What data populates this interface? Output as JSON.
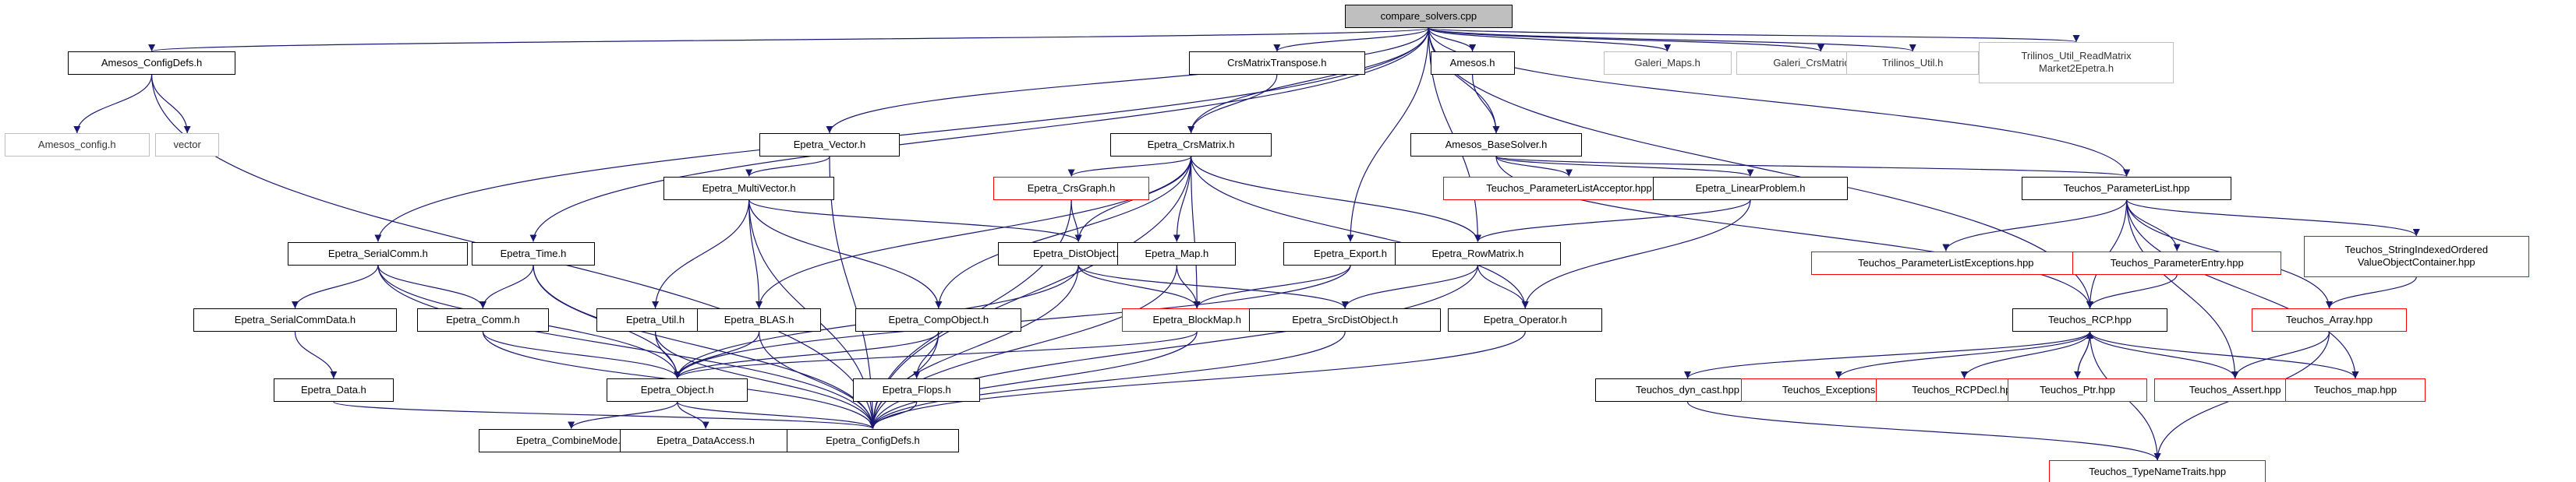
{
  "diagram": {
    "colors": {
      "edge": "#191970",
      "border_normal": "#000000",
      "border_red": "#ff0000",
      "border_gray": "#bfbfbf",
      "root_fill": "#bfbfbf"
    },
    "nodes": [
      {
        "id": "compare_solvers_cpp",
        "label": "compare_solvers.cpp",
        "style": "root"
      },
      {
        "id": "amesos_configdefs_h",
        "label": "Amesos_ConfigDefs.h",
        "style": "normal"
      },
      {
        "id": "crsmatrixtranspose_h",
        "label": "CrsMatrixTranspose.h",
        "style": "normal"
      },
      {
        "id": "amesos_h",
        "label": "Amesos.h",
        "style": "normal"
      },
      {
        "id": "galeri_maps_h",
        "label": "Galeri_Maps.h",
        "style": "gray"
      },
      {
        "id": "galeri_crsmatrices_h",
        "label": "Galeri_CrsMatrices.h",
        "style": "gray"
      },
      {
        "id": "trilinos_util_h",
        "label": "Trilinos_Util.h",
        "style": "gray"
      },
      {
        "id": "trilinos_util_readmatrix",
        "label": "Trilinos_Util_ReadMatrix\nMarket2Epetra.h",
        "style": "gray"
      },
      {
        "id": "amesos_config_h",
        "label": "Amesos_config.h",
        "style": "gray"
      },
      {
        "id": "vector",
        "label": "vector",
        "style": "gray"
      },
      {
        "id": "epetra_vector_h",
        "label": "Epetra_Vector.h",
        "style": "normal"
      },
      {
        "id": "epetra_crsmatrix_h",
        "label": "Epetra_CrsMatrix.h",
        "style": "normal"
      },
      {
        "id": "amesos_basesolver_h",
        "label": "Amesos_BaseSolver.h",
        "style": "normal"
      },
      {
        "id": "epetra_multivector_h",
        "label": "Epetra_MultiVector.h",
        "style": "normal"
      },
      {
        "id": "epetra_crsgraph_h",
        "label": "Epetra_CrsGraph.h",
        "style": "red"
      },
      {
        "id": "teuchos_parameterlistacceptor_hpp",
        "label": "Teuchos_ParameterListAcceptor.hpp",
        "style": "red"
      },
      {
        "id": "epetra_linearproblem_h",
        "label": "Epetra_LinearProblem.h",
        "style": "normal"
      },
      {
        "id": "teuchos_parameterlist_hpp",
        "label": "Teuchos_ParameterList.hpp",
        "style": "normal"
      },
      {
        "id": "epetra_serialcomm_h",
        "label": "Epetra_SerialComm.h",
        "style": "normal"
      },
      {
        "id": "epetra_time_h",
        "label": "Epetra_Time.h",
        "style": "normal"
      },
      {
        "id": "epetra_distobject_h",
        "label": "Epetra_DistObject.h",
        "style": "normal"
      },
      {
        "id": "epetra_map_h",
        "label": "Epetra_Map.h",
        "style": "normal"
      },
      {
        "id": "epetra_export_h",
        "label": "Epetra_Export.h",
        "style": "normal"
      },
      {
        "id": "epetra_rowmatrix_h",
        "label": "Epetra_RowMatrix.h",
        "style": "normal"
      },
      {
        "id": "teuchos_parameterlistexceptions_hpp",
        "label": "Teuchos_ParameterListExceptions.hpp",
        "style": "red"
      },
      {
        "id": "teuchos_parameterentry_hpp",
        "label": "Teuchos_ParameterEntry.hpp",
        "style": "red"
      },
      {
        "id": "teuchos_stringindexedordered",
        "label": "Teuchos_StringIndexedOrdered\nValueObjectContainer.hpp",
        "style": "red"
      },
      {
        "id": "epetra_serialcommdata_h",
        "label": "Epetra_SerialCommData.h",
        "style": "normal"
      },
      {
        "id": "epetra_comm_h",
        "label": "Epetra_Comm.h",
        "style": "normal"
      },
      {
        "id": "epetra_util_h",
        "label": "Epetra_Util.h",
        "style": "normal"
      },
      {
        "id": "epetra_blas_h",
        "label": "Epetra_BLAS.h",
        "style": "normal"
      },
      {
        "id": "epetra_compobject_h",
        "label": "Epetra_CompObject.h",
        "style": "normal"
      },
      {
        "id": "epetra_blockmap_h",
        "label": "Epetra_BlockMap.h",
        "style": "red"
      },
      {
        "id": "epetra_srcdistobject_h",
        "label": "Epetra_SrcDistObject.h",
        "style": "normal"
      },
      {
        "id": "epetra_operator_h",
        "label": "Epetra_Operator.h",
        "style": "normal"
      },
      {
        "id": "teuchos_rcp_hpp",
        "label": "Teuchos_RCP.hpp",
        "style": "normal"
      },
      {
        "id": "teuchos_array_hpp",
        "label": "Teuchos_Array.hpp",
        "style": "red"
      },
      {
        "id": "epetra_data_h",
        "label": "Epetra_Data.h",
        "style": "normal"
      },
      {
        "id": "epetra_object_h",
        "label": "Epetra_Object.h",
        "style": "normal"
      },
      {
        "id": "epetra_flops_h",
        "label": "Epetra_Flops.h",
        "style": "normal"
      },
      {
        "id": "teuchos_dyn_cast_hpp",
        "label": "Teuchos_dyn_cast.hpp",
        "style": "normal"
      },
      {
        "id": "teuchos_exceptions_hpp",
        "label": "Teuchos_Exceptions.hpp",
        "style": "red"
      },
      {
        "id": "teuchos_rcpdecl_hpp",
        "label": "Teuchos_RCPDecl.hpp",
        "style": "red"
      },
      {
        "id": "teuchos_ptr_hpp",
        "label": "Teuchos_Ptr.hpp",
        "style": "red"
      },
      {
        "id": "teuchos_assert_hpp",
        "label": "Teuchos_Assert.hpp",
        "style": "red"
      },
      {
        "id": "teuchos_map_hpp",
        "label": "Teuchos_map.hpp",
        "style": "red"
      },
      {
        "id": "epetra_combinemode_h",
        "label": "Epetra_CombineMode.h",
        "style": "normal"
      },
      {
        "id": "epetra_dataaccess_h",
        "label": "Epetra_DataAccess.h",
        "style": "normal"
      },
      {
        "id": "epetra_configdefs_h",
        "label": "Epetra_ConfigDefs.h",
        "style": "normal"
      },
      {
        "id": "teuchos_typenametraits_hpp",
        "label": "Teuchos_TypeNameTraits.hpp",
        "style": "red"
      }
    ],
    "edges": [
      [
        "compare_solvers_cpp",
        "amesos_configdefs_h"
      ],
      [
        "compare_solvers_cpp",
        "crsmatrixtranspose_h"
      ],
      [
        "compare_solvers_cpp",
        "amesos_h"
      ],
      [
        "compare_solvers_cpp",
        "galeri_maps_h"
      ],
      [
        "compare_solvers_cpp",
        "galeri_crsmatrices_h"
      ],
      [
        "compare_solvers_cpp",
        "trilinos_util_h"
      ],
      [
        "compare_solvers_cpp",
        "trilinos_util_readmatrix"
      ],
      [
        "compare_solvers_cpp",
        "epetra_vector_h"
      ],
      [
        "compare_solvers_cpp",
        "epetra_crsmatrix_h"
      ],
      [
        "compare_solvers_cpp",
        "amesos_basesolver_h"
      ],
      [
        "compare_solvers_cpp",
        "teuchos_parameterlist_hpp"
      ],
      [
        "compare_solvers_cpp",
        "epetra_serialcomm_h"
      ],
      [
        "compare_solvers_cpp",
        "epetra_time_h"
      ],
      [
        "compare_solvers_cpp",
        "epetra_export_h"
      ],
      [
        "compare_solvers_cpp",
        "epetra_rowmatrix_h"
      ],
      [
        "compare_solvers_cpp",
        "teuchos_rcp_hpp"
      ],
      [
        "amesos_configdefs_h",
        "amesos_config_h"
      ],
      [
        "amesos_configdefs_h",
        "vector"
      ],
      [
        "amesos_configdefs_h",
        "epetra_configdefs_h"
      ],
      [
        "crsmatrixtranspose_h",
        "epetra_crsmatrix_h"
      ],
      [
        "amesos_h",
        "amesos_basesolver_h"
      ],
      [
        "epetra_vector_h",
        "epetra_multivector_h"
      ],
      [
        "epetra_vector_h",
        "epetra_configdefs_h"
      ],
      [
        "epetra_crsmatrix_h",
        "epetra_crsgraph_h"
      ],
      [
        "epetra_crsmatrix_h",
        "epetra_distobject_h"
      ],
      [
        "epetra_crsmatrix_h",
        "epetra_compobject_h"
      ],
      [
        "epetra_crsmatrix_h",
        "epetra_blas_h"
      ],
      [
        "epetra_crsmatrix_h",
        "epetra_map_h"
      ],
      [
        "epetra_crsmatrix_h",
        "epetra_rowmatrix_h"
      ],
      [
        "epetra_crsmatrix_h",
        "epetra_operator_h"
      ],
      [
        "epetra_crsmatrix_h",
        "epetra_configdefs_h"
      ],
      [
        "epetra_crsmatrix_h",
        "epetra_blockmap_h"
      ],
      [
        "amesos_basesolver_h",
        "teuchos_parameterlistacceptor_hpp"
      ],
      [
        "amesos_basesolver_h",
        "epetra_linearproblem_h"
      ],
      [
        "amesos_basesolver_h",
        "teuchos_parameterlist_hpp"
      ],
      [
        "amesos_basesolver_h",
        "teuchos_rcp_hpp"
      ],
      [
        "epetra_multivector_h",
        "epetra_distobject_h"
      ],
      [
        "epetra_multivector_h",
        "epetra_compobject_h"
      ],
      [
        "epetra_multivector_h",
        "epetra_blas_h"
      ],
      [
        "epetra_multivector_h",
        "epetra_util_h"
      ],
      [
        "epetra_multivector_h",
        "epetra_configdefs_h"
      ],
      [
        "epetra_crsgraph_h",
        "epetra_distobject_h"
      ],
      [
        "epetra_crsgraph_h",
        "epetra_configdefs_h"
      ],
      [
        "epetra_linearproblem_h",
        "epetra_rowmatrix_h"
      ],
      [
        "epetra_linearproblem_h",
        "epetra_operator_h"
      ],
      [
        "teuchos_parameterlist_hpp",
        "teuchos_parameterlistexceptions_hpp"
      ],
      [
        "teuchos_parameterlist_hpp",
        "teuchos_parameterentry_hpp"
      ],
      [
        "teuchos_parameterlist_hpp",
        "teuchos_stringindexedordered"
      ],
      [
        "teuchos_parameterlist_hpp",
        "teuchos_rcp_hpp"
      ],
      [
        "teuchos_parameterlist_hpp",
        "teuchos_array_hpp"
      ],
      [
        "teuchos_parameterlist_hpp",
        "teuchos_assert_hpp"
      ],
      [
        "teuchos_parameterlist_hpp",
        "teuchos_map_hpp"
      ],
      [
        "epetra_serialcomm_h",
        "epetra_serialcommdata_h"
      ],
      [
        "epetra_serialcomm_h",
        "epetra_comm_h"
      ],
      [
        "epetra_serialcomm_h",
        "epetra_object_h"
      ],
      [
        "epetra_serialcomm_h",
        "epetra_configdefs_h"
      ],
      [
        "epetra_time_h",
        "epetra_comm_h"
      ],
      [
        "epetra_time_h",
        "epetra_object_h"
      ],
      [
        "epetra_time_h",
        "epetra_configdefs_h"
      ],
      [
        "epetra_distobject_h",
        "epetra_blockmap_h"
      ],
      [
        "epetra_distobject_h",
        "epetra_srcdistobject_h"
      ],
      [
        "epetra_distobject_h",
        "epetra_object_h"
      ],
      [
        "epetra_distobject_h",
        "epetra_configdefs_h"
      ],
      [
        "epetra_map_h",
        "epetra_blockmap_h"
      ],
      [
        "epetra_map_h",
        "epetra_configdefs_h"
      ],
      [
        "epetra_export_h",
        "epetra_blockmap_h"
      ],
      [
        "epetra_export_h",
        "epetra_object_h"
      ],
      [
        "epetra_rowmatrix_h",
        "epetra_operator_h"
      ],
      [
        "epetra_rowmatrix_h",
        "epetra_srcdistobject_h"
      ],
      [
        "epetra_rowmatrix_h",
        "epetra_configdefs_h"
      ],
      [
        "teuchos_parameterentry_hpp",
        "teuchos_rcp_hpp"
      ],
      [
        "teuchos_stringindexedordered",
        "teuchos_array_hpp"
      ],
      [
        "epetra_serialcommdata_h",
        "epetra_data_h"
      ],
      [
        "epetra_comm_h",
        "epetra_object_h"
      ],
      [
        "epetra_comm_h",
        "epetra_configdefs_h"
      ],
      [
        "epetra_util_h",
        "epetra_object_h"
      ],
      [
        "epetra_util_h",
        "epetra_configdefs_h"
      ],
      [
        "epetra_blas_h",
        "epetra_object_h"
      ],
      [
        "epetra_blas_h",
        "epetra_configdefs_h"
      ],
      [
        "epetra_compobject_h",
        "epetra_flops_h"
      ],
      [
        "epetra_compobject_h",
        "epetra_object_h"
      ],
      [
        "epetra_compobject_h",
        "epetra_configdefs_h"
      ],
      [
        "epetra_blockmap_h",
        "epetra_object_h"
      ],
      [
        "epetra_blockmap_h",
        "epetra_configdefs_h"
      ],
      [
        "epetra_srcdistobject_h",
        "epetra_configdefs_h"
      ],
      [
        "epetra_operator_h",
        "epetra_configdefs_h"
      ],
      [
        "teuchos_rcp_hpp",
        "teuchos_dyn_cast_hpp"
      ],
      [
        "teuchos_rcp_hpp",
        "teuchos_exceptions_hpp"
      ],
      [
        "teuchos_rcp_hpp",
        "teuchos_rcpdecl_hpp"
      ],
      [
        "teuchos_rcp_hpp",
        "teuchos_ptr_hpp"
      ],
      [
        "teuchos_rcp_hpp",
        "teuchos_assert_hpp"
      ],
      [
        "teuchos_rcp_hpp",
        "teuchos_map_hpp"
      ],
      [
        "teuchos_rcp_hpp",
        "teuchos_typenametraits_hpp"
      ],
      [
        "teuchos_ptr_hpp",
        "teuchos_rcp_hpp"
      ],
      [
        "teuchos_array_hpp",
        "teuchos_assert_hpp"
      ],
      [
        "teuchos_array_hpp",
        "teuchos_typenametraits_hpp"
      ],
      [
        "teuchos_dyn_cast_hpp",
        "teuchos_typenametraits_hpp"
      ],
      [
        "epetra_data_h",
        "epetra_configdefs_h"
      ],
      [
        "epetra_flops_h",
        "epetra_configdefs_h"
      ],
      [
        "epetra_object_h",
        "epetra_combinemode_h"
      ],
      [
        "epetra_object_h",
        "epetra_dataaccess_h"
      ],
      [
        "epetra_object_h",
        "epetra_configdefs_h"
      ]
    ]
  }
}
